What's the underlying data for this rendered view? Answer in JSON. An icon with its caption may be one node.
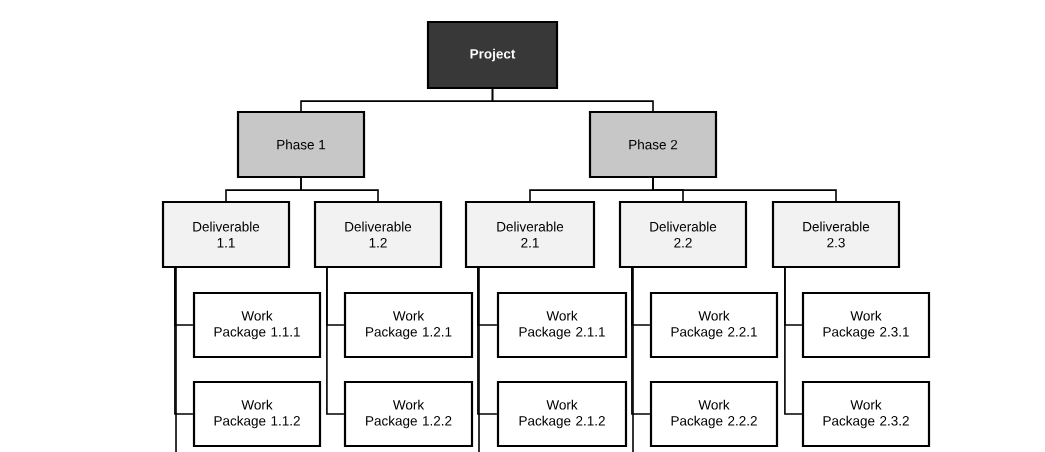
{
  "diagram": {
    "nodes": [
      {
        "text": [
          "Project"
        ]
      },
      {
        "text": [
          "Phase 1"
        ]
      },
      {
        "text": [
          "Phase 2"
        ]
      },
      {
        "text": [
          "Deliverable 1.1"
        ]
      },
      {
        "text": [
          "Deliverable 1.2"
        ]
      },
      {
        "text": [
          "Deliverable 2.1"
        ]
      },
      {
        "text": [
          "Deliverable 2.2"
        ]
      },
      {
        "text": [
          "Deliverable 2.3"
        ]
      },
      {
        "text": [
          "Work Package 1.1.1"
        ]
      },
      {
        "text": [
          "Work Package 1.1.2"
        ]
      },
      {
        "text": [
          "Work Package 1.2.1"
        ]
      },
      {
        "text": [
          "Work Package 1.2.2"
        ]
      },
      {
        "text": [
          "Work Package 2.1.1"
        ]
      },
      {
        "text": [
          "Work Package 2.1.2"
        ]
      },
      {
        "text": [
          "Work Package 2.2.1"
        ]
      },
      {
        "text": [
          "Work Package 2.2.2"
        ]
      },
      {
        "text": [
          "Work Package 2.3.1"
        ]
      },
      {
        "text": [
          "Work Package 2.3.2"
        ]
      }
    ],
    "edges": [
      {
        "from": 0,
        "to": 1,
        "arrow": "none"
      },
      {
        "from": 0,
        "to": 2,
        "arrow": "none"
      },
      {
        "from": 1,
        "to": 3,
        "arrow": "none"
      },
      {
        "from": 1,
        "to": 4,
        "arrow": "none"
      },
      {
        "from": 2,
        "to": 5,
        "arrow": "none"
      },
      {
        "from": 2,
        "to": 6,
        "arrow": "none"
      },
      {
        "from": 2,
        "to": 7,
        "arrow": "none"
      },
      {
        "from": 3,
        "to": 8,
        "arrow": "none"
      },
      {
        "from": 3,
        "to": 9,
        "arrow": "none"
      },
      {
        "from": 4,
        "to": 10,
        "arrow": "none"
      },
      {
        "from": 4,
        "to": 11,
        "arrow": "none"
      },
      {
        "from": 5,
        "to": 12,
        "arrow": "none"
      },
      {
        "from": 5,
        "to": 13,
        "arrow": "none"
      },
      {
        "from": 6,
        "to": 14,
        "arrow": "none"
      },
      {
        "from": 6,
        "to": 15,
        "arrow": "none"
      },
      {
        "from": 7,
        "to": 16,
        "arrow": "none"
      },
      {
        "from": 7,
        "to": 17,
        "arrow": "none"
      }
    ]
  }
}
